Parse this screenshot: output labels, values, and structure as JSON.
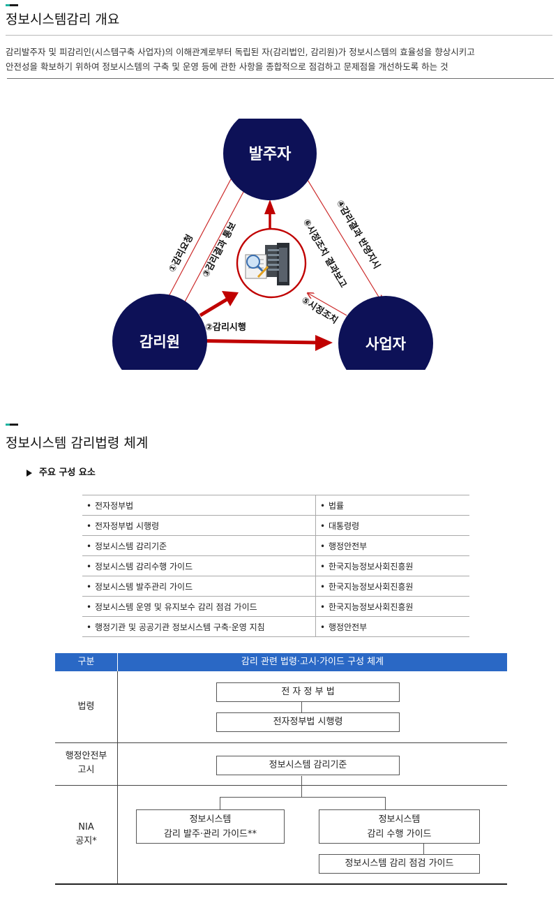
{
  "section1": {
    "title": "정보시스템감리 개요",
    "definition_line1": "감리발주자 및 피감리인(시스템구축 사업자)의 이해관계로부터 독립된 자(감리법인, 감리원)가 정보시스템의 효율성을 향상시키고",
    "definition_line2": "안전성을 확보하기 위하여 정보시스템의 구축 및 운영 등에 관한 사항을 종합적으로 점검하고 문제점을 개선하도록 하는 것"
  },
  "diagram": {
    "nodes": {
      "client": "발주자",
      "auditor": "감리원",
      "contractor": "사업자"
    },
    "flows": {
      "f1": "①감리요청",
      "f2": "②감리시행",
      "f3": "③감리결과 통보",
      "f4": "④감리결과 반영지시",
      "f5": "⑤시정조치",
      "f6": "⑥시정조치 결과보고"
    },
    "colors": {
      "node_fill": "#0d1157",
      "arrow_red": "#c00000",
      "thin_red": "#cc2a2a"
    }
  },
  "section2": {
    "title": "정보시스템 감리법령 체계",
    "subheading": "주요 구성 요소",
    "components": [
      {
        "name": "전자정부법",
        "authority": "법률"
      },
      {
        "name": "전자정부법 시행령",
        "authority": "대통령령"
      },
      {
        "name": "정보시스템 감리기준",
        "authority": "행정안전부"
      },
      {
        "name": "정보시스템 감리수행 가이드",
        "authority": "한국지능정보사회진흥원"
      },
      {
        "name": "정보시스템 발주관리 가이드",
        "authority": "한국지능정보사회진흥원"
      },
      {
        "name": "정보시스템 운영 및 유지보수 감리 점검 가이드",
        "authority": "한국지능정보사회진흥원"
      },
      {
        "name": "행정기관 및 공공기관 정보시스템 구축·운영 지침",
        "authority": "행정안전부"
      }
    ],
    "bullet": "•"
  },
  "structure": {
    "header_col1": "구분",
    "header_col2": "감리 관련 법령·고시·가이드 구성 체계",
    "row_law": "법령",
    "row_notice_line1": "행정안전부",
    "row_notice_line2": "고시",
    "row_nia_line1": "NIA",
    "row_nia_line2": "공지*",
    "box_egov_act": "전 자 정 부 법",
    "box_egov_decree": "전자정부법 시행령",
    "box_audit_standard": "정보시스템 감리기준",
    "box_order_guide_line1": "정보시스템",
    "box_order_guide_line2": "감리 발주·관리 가이드**",
    "box_perform_guide_line1": "정보시스템",
    "box_perform_guide_line2": "감리 수행 가이드",
    "box_check_guide": "정보시스템 감리 점검 가이드",
    "header_color": "#2a68c5"
  },
  "accent": {
    "teal": "#1fb3a0",
    "dark": "#1a1a1a"
  }
}
